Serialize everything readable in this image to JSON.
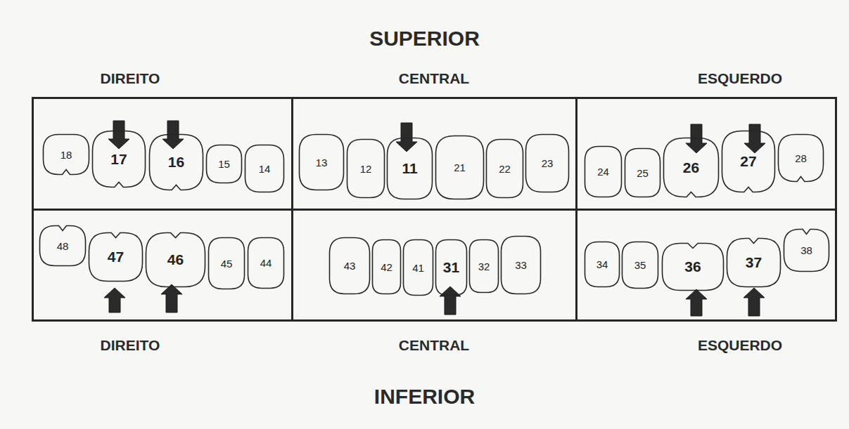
{
  "diagram": {
    "title": "SUPERIOR",
    "caption": "INFERIOR",
    "nodes": [
      {
        "text": [
          "DIREITO"
        ]
      },
      {
        "text": [
          "18"
        ],
        "in": 0
      },
      {
        "text": [
          "17"
        ],
        "in": 0
      },
      {
        "text": [
          "16"
        ],
        "in": 0
      },
      {
        "text": [
          "15"
        ],
        "in": 0
      },
      {
        "text": [
          "14"
        ],
        "in": 0
      },
      {
        "text": [
          "CENTRAL"
        ]
      },
      {
        "text": [
          "13"
        ],
        "in": 6
      },
      {
        "text": [
          "12"
        ],
        "in": 6
      },
      {
        "text": [
          "11"
        ],
        "in": 6
      },
      {
        "text": [
          "21"
        ],
        "in": 6
      },
      {
        "text": [
          "22"
        ],
        "in": 6
      },
      {
        "text": [
          "23"
        ],
        "in": 6
      },
      {
        "text": [
          "ESQUERDO"
        ]
      },
      {
        "text": [
          "24"
        ],
        "in": 13
      },
      {
        "text": [
          "25"
        ],
        "in": 13
      },
      {
        "text": [
          "26"
        ],
        "in": 13
      },
      {
        "text": [
          "27"
        ],
        "in": 13
      },
      {
        "text": [
          "28"
        ],
        "in": 13
      },
      {
        "text": [
          "DIREITO"
        ]
      },
      {
        "text": [
          "48"
        ],
        "in": 19
      },
      {
        "text": [
          "47"
        ],
        "in": 19
      },
      {
        "text": [
          "46"
        ],
        "in": 19
      },
      {
        "text": [
          "45"
        ],
        "in": 19
      },
      {
        "text": [
          "44"
        ],
        "in": 19
      },
      {
        "text": [
          "CENTRAL"
        ]
      },
      {
        "text": [
          "43"
        ],
        "in": 25
      },
      {
        "text": [
          "42"
        ],
        "in": 25
      },
      {
        "text": [
          "41"
        ],
        "in": 25
      },
      {
        "text": [
          "31"
        ],
        "in": 25
      },
      {
        "text": [
          "32"
        ],
        "in": 25
      },
      {
        "text": [
          "33"
        ],
        "in": 25
      },
      {
        "text": [
          "ESQUERDO"
        ]
      },
      {
        "text": [
          "34"
        ],
        "in": 32
      },
      {
        "text": [
          "35"
        ],
        "in": 32
      },
      {
        "text": [
          "36"
        ],
        "in": 32
      },
      {
        "text": [
          "37"
        ],
        "in": 32
      },
      {
        "text": [
          "38"
        ],
        "in": 32
      }
    ]
  }
}
